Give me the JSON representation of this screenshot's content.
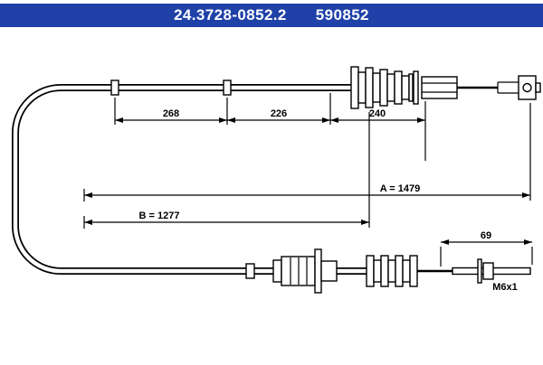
{
  "header": {
    "part_number": "24.3728-0852.2",
    "ref_number": "590852",
    "bg_color": "#1f41a8",
    "text_color": "#ffffff"
  },
  "drawing": {
    "line_color": "#000000",
    "background": "#ffffff",
    "labels": {
      "seg_268": "268",
      "seg_226": "226",
      "seg_240": "240",
      "total_a": "A = 1479",
      "sheath_b": "B = 1277",
      "thread_len": "69",
      "thread_spec": "M6x1"
    }
  }
}
